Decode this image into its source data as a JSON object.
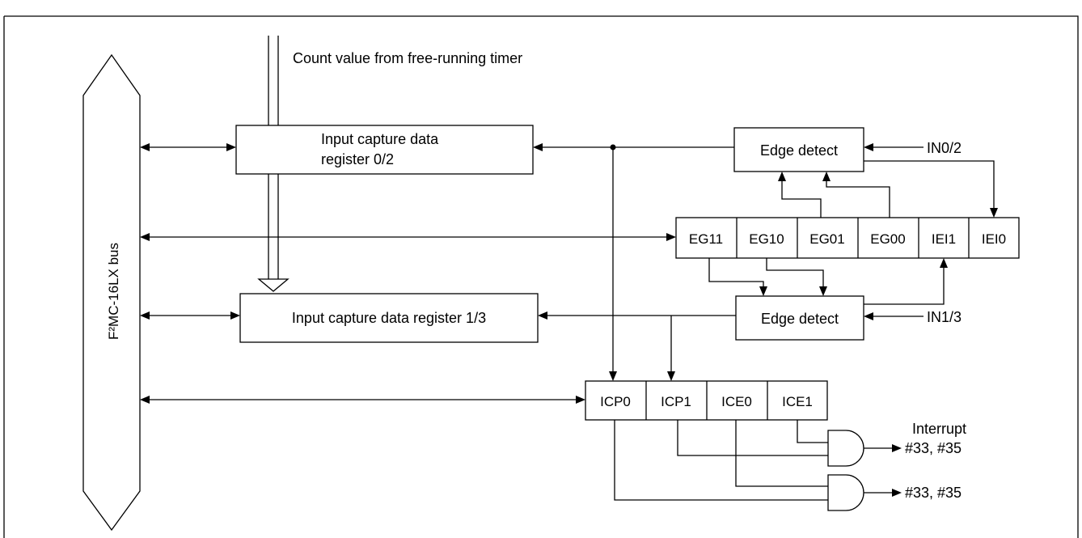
{
  "bus_label": "F²MC-16LX bus",
  "count_source_label": "Count value from free-running timer",
  "capture_register_02": [
    "Input capture data",
    "register 0/2"
  ],
  "capture_register_13": "Input capture data register 1/3",
  "edge_detect_label": "Edge detect",
  "input_pins": [
    "IN0/2",
    "IN1/3"
  ],
  "ics_bits": [
    "EG11",
    "EG10",
    "EG01",
    "EG00",
    "IEI1",
    "IEI0"
  ],
  "icp_bits": [
    "ICP0",
    "ICP1",
    "ICE0",
    "ICE1"
  ],
  "interrupt_label": "Interrupt",
  "interrupt_vectors": [
    "#33, #35",
    "#33, #35"
  ]
}
